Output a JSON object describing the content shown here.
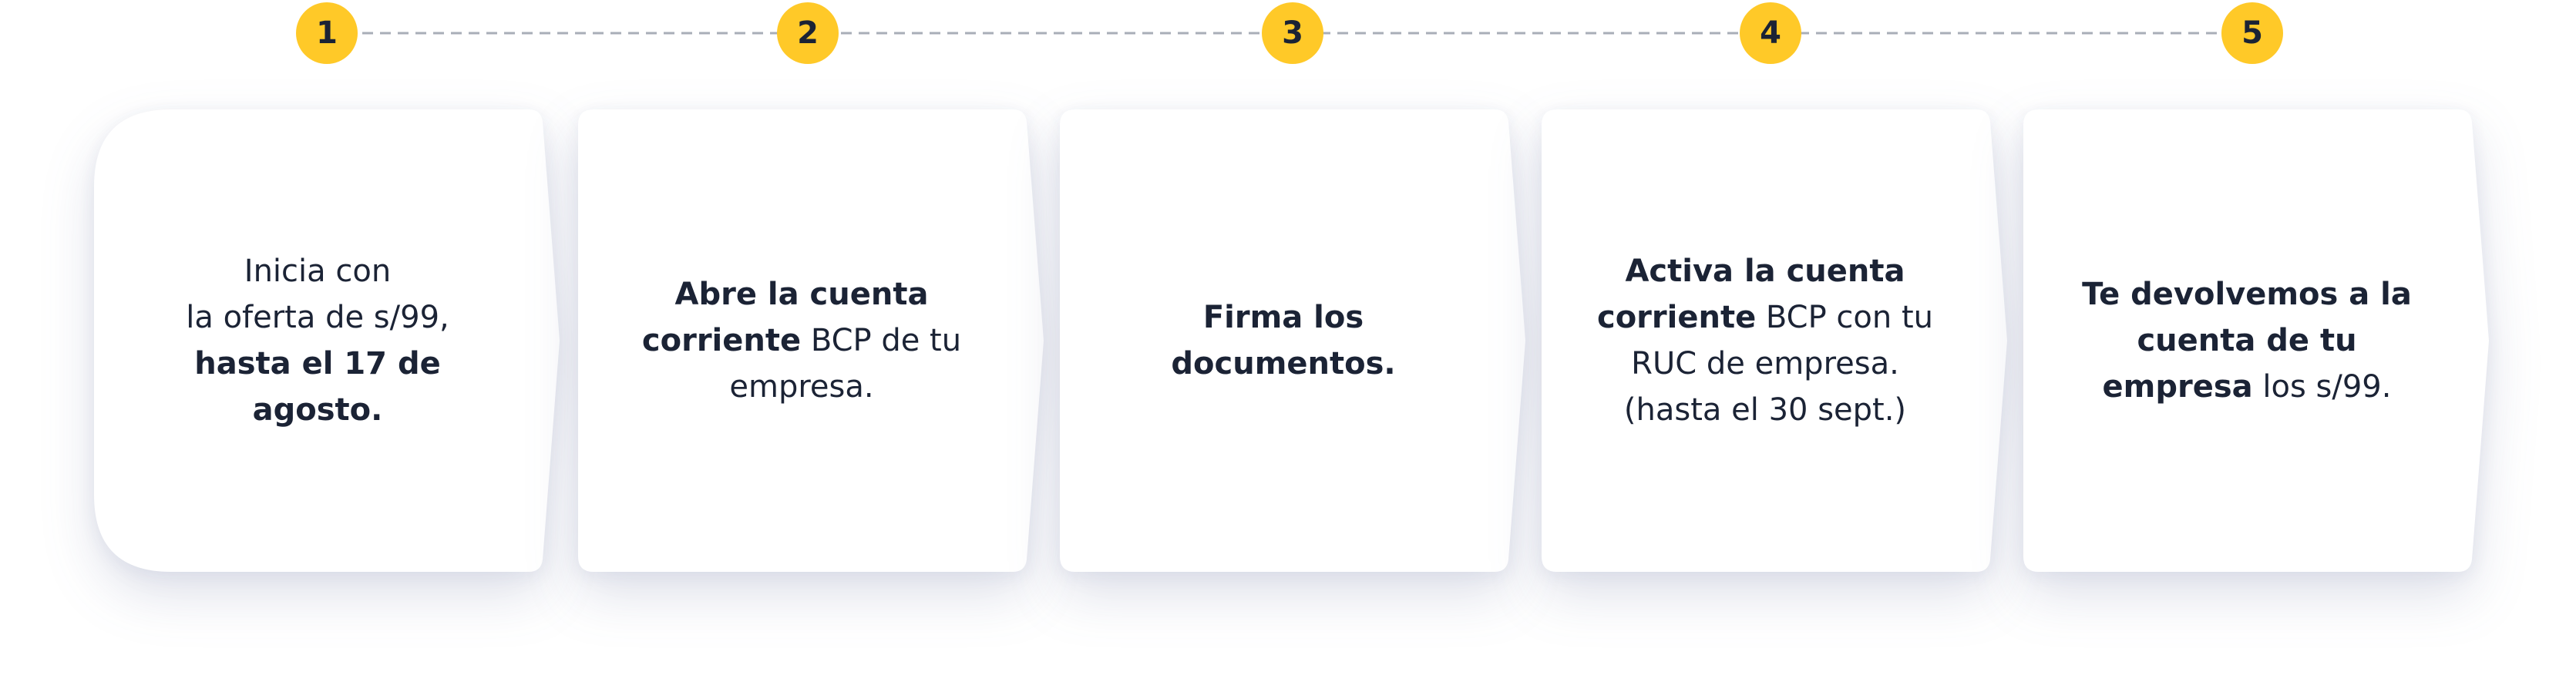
{
  "steps": [
    {
      "number": "1",
      "lines": [
        [
          {
            "text": "Inicia con",
            "bold": false
          }
        ],
        [
          {
            "text": "la oferta de s/99,",
            "bold": false
          }
        ],
        [
          {
            "text": "hasta el 17 de",
            "bold": true
          }
        ],
        [
          {
            "text": "agosto.",
            "bold": true
          }
        ]
      ]
    },
    {
      "number": "2",
      "lines": [
        [
          {
            "text": "Abre la cuenta",
            "bold": true
          }
        ],
        [
          {
            "text": "corriente",
            "bold": true
          },
          {
            "text": " BCP de tu",
            "bold": false
          }
        ],
        [
          {
            "text": "empresa.",
            "bold": false
          }
        ]
      ]
    },
    {
      "number": "3",
      "lines": [
        [
          {
            "text": "Firma los",
            "bold": true
          }
        ],
        [
          {
            "text": "documentos.",
            "bold": true
          }
        ]
      ]
    },
    {
      "number": "4",
      "lines": [
        [
          {
            "text": "Activa la cuenta",
            "bold": true
          }
        ],
        [
          {
            "text": "corriente",
            "bold": true
          },
          {
            "text": " BCP con tu",
            "bold": false
          }
        ],
        [
          {
            "text": "RUC de empresa.",
            "bold": false
          }
        ],
        [
          {
            "text": "(hasta el 30 sept.)",
            "bold": false
          }
        ]
      ]
    },
    {
      "number": "5",
      "lines": [
        [
          {
            "text": "Te devolvemos a la",
            "bold": true
          }
        ],
        [
          {
            "text": "cuenta de tu",
            "bold": true
          }
        ],
        [
          {
            "text": "empresa",
            "bold": true
          },
          {
            "text": " los s/99.",
            "bold": false
          }
        ]
      ]
    }
  ],
  "colors": {
    "badge": "#ffc928",
    "badge_text": "#1b2335",
    "text": "#1b2335",
    "card": "#ffffff",
    "connector": "#a9aeb8"
  }
}
